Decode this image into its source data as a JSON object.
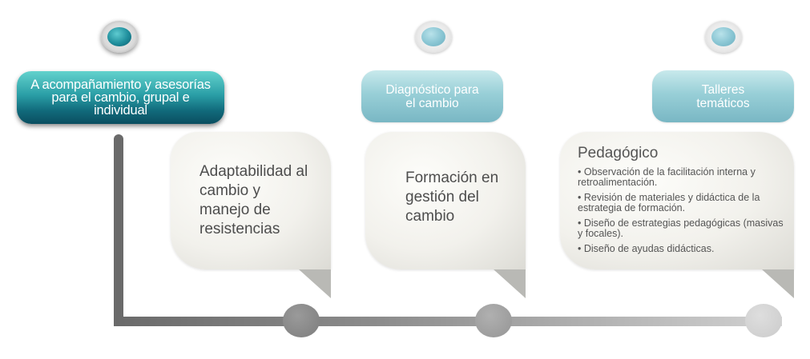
{
  "columns": [
    {
      "header": "A acompañamiento y asesorías para el cambio, grupal e individual",
      "card_text": "Adaptabilidad al cambio y manejo de resistencias",
      "active": true
    },
    {
      "header": "Diagnóstico para el cambio",
      "card_text": "Formación en gestión del cambio",
      "active": false
    },
    {
      "header": "Talleres temáticos",
      "card_heading": "Pedagógico",
      "card_bullets": [
        "• Observación de la facilitación interna y retroalimentación.",
        "• Revisión de materiales y didáctica de la estrategia de formación.",
        "• Diseño de estrategias pedagógicas (masivas y focales).",
        "• Diseño de ayudas didácticas."
      ],
      "active": false
    }
  ],
  "colors": {
    "active_pill": "#116a7b",
    "light_pill": "#98cfd7",
    "timeline_dark": "#6a6a6a",
    "timeline_light": "#d1d1d1"
  }
}
